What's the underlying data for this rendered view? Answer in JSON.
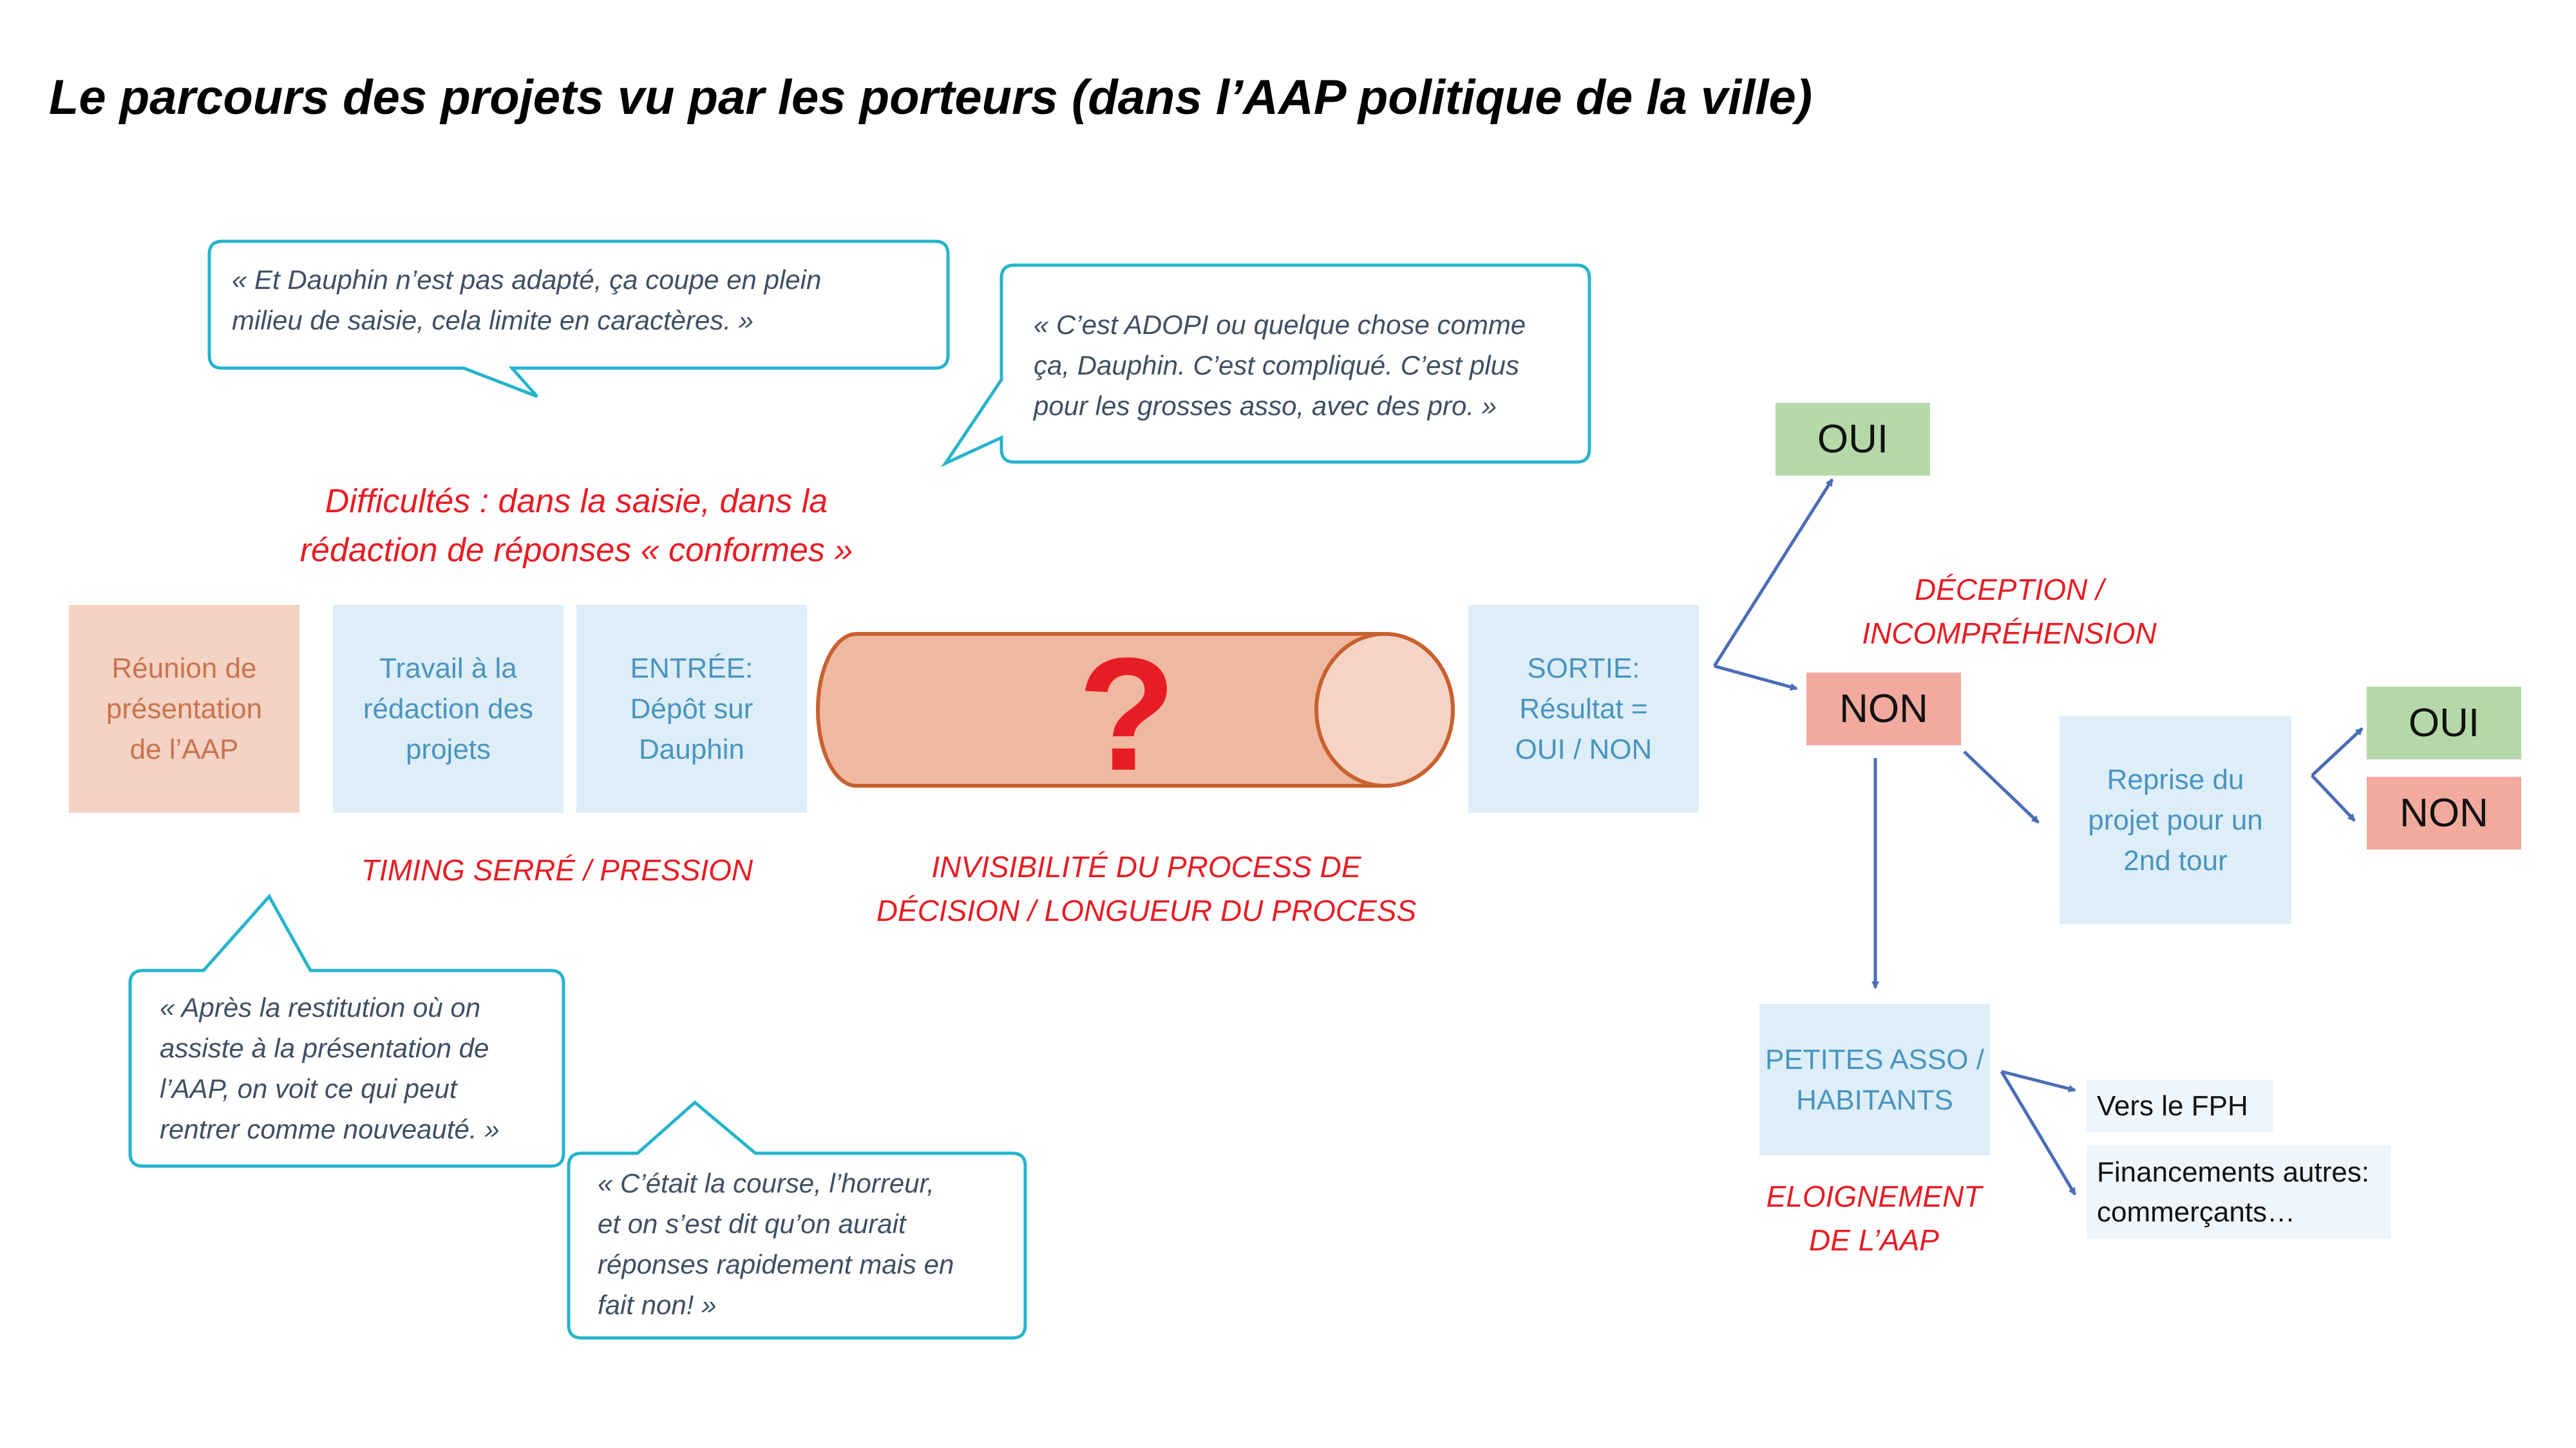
{
  "title": "Le parcours des projets vu par les porteurs (dans l’AAP politique de la ville)",
  "colors": {
    "bubble_border": "#26b4cc",
    "red_text": "#e81c24",
    "arrow": "#4a6db5",
    "box_blue": "#ddeef8",
    "box_orange": "#f4d2c4",
    "box_green": "#b6d8a8",
    "box_red": "#f2aa9e",
    "cylinder_fill": "#efb8a0",
    "cylinder_stroke": "#c8612f"
  },
  "quotes": {
    "dauphin_adapte": "« Et Dauphin n’est pas adapté, ça coupe en plein\nmilieu de saisie, cela limite en caractères. »",
    "adopi": "« C’est ADOPI ou quelque chose comme\nça, Dauphin. C’est compliqué. C’est plus\npour les grosses asso, avec des pro. »",
    "restitution": "« Après la restitution où on\nassiste à la présentation de\nl’AAP, on voit ce qui peut\nrentrer comme nouveauté. »",
    "course": "« C’était la course, l’horreur,\net on s’est dit qu’on aurait\nréponses rapidement mais en\nfait non! »"
  },
  "labels": {
    "difficultes": "Difficultés : dans la saisie, dans la\nrédaction de réponses « conformes »",
    "timing": "TIMING SERRÉ / PRESSION",
    "invisibilite": "INVISIBILITÉ DU PROCESS DE\nDÉCISION / LONGUEUR DU PROCESS",
    "deception": "DÉCEPTION /\nINCOMPRÉHENSION",
    "eloignement": "ELOIGNEMENT\nDE L’AAP"
  },
  "boxes": {
    "reunion": "Réunion de\nprésentation\nde l’AAP",
    "travail": "Travail à la\nrédaction des\nprojets",
    "entree": "ENTRÉE:\nDépôt sur\nDauphin",
    "sortie": "SORTIE:\nRésultat =\nOUI / NON",
    "oui_top": "OUI",
    "non_mid": "NON",
    "reprise": "Reprise du\nprojet pour un\n2nd tour",
    "oui_right": "OUI",
    "non_right": "NON",
    "petites_asso": "PETITES ASSO /\nHABITANTS",
    "vers_fph": "Vers le FPH",
    "financements": "Financements autres:\ncommerçants…"
  },
  "question_mark": "?"
}
